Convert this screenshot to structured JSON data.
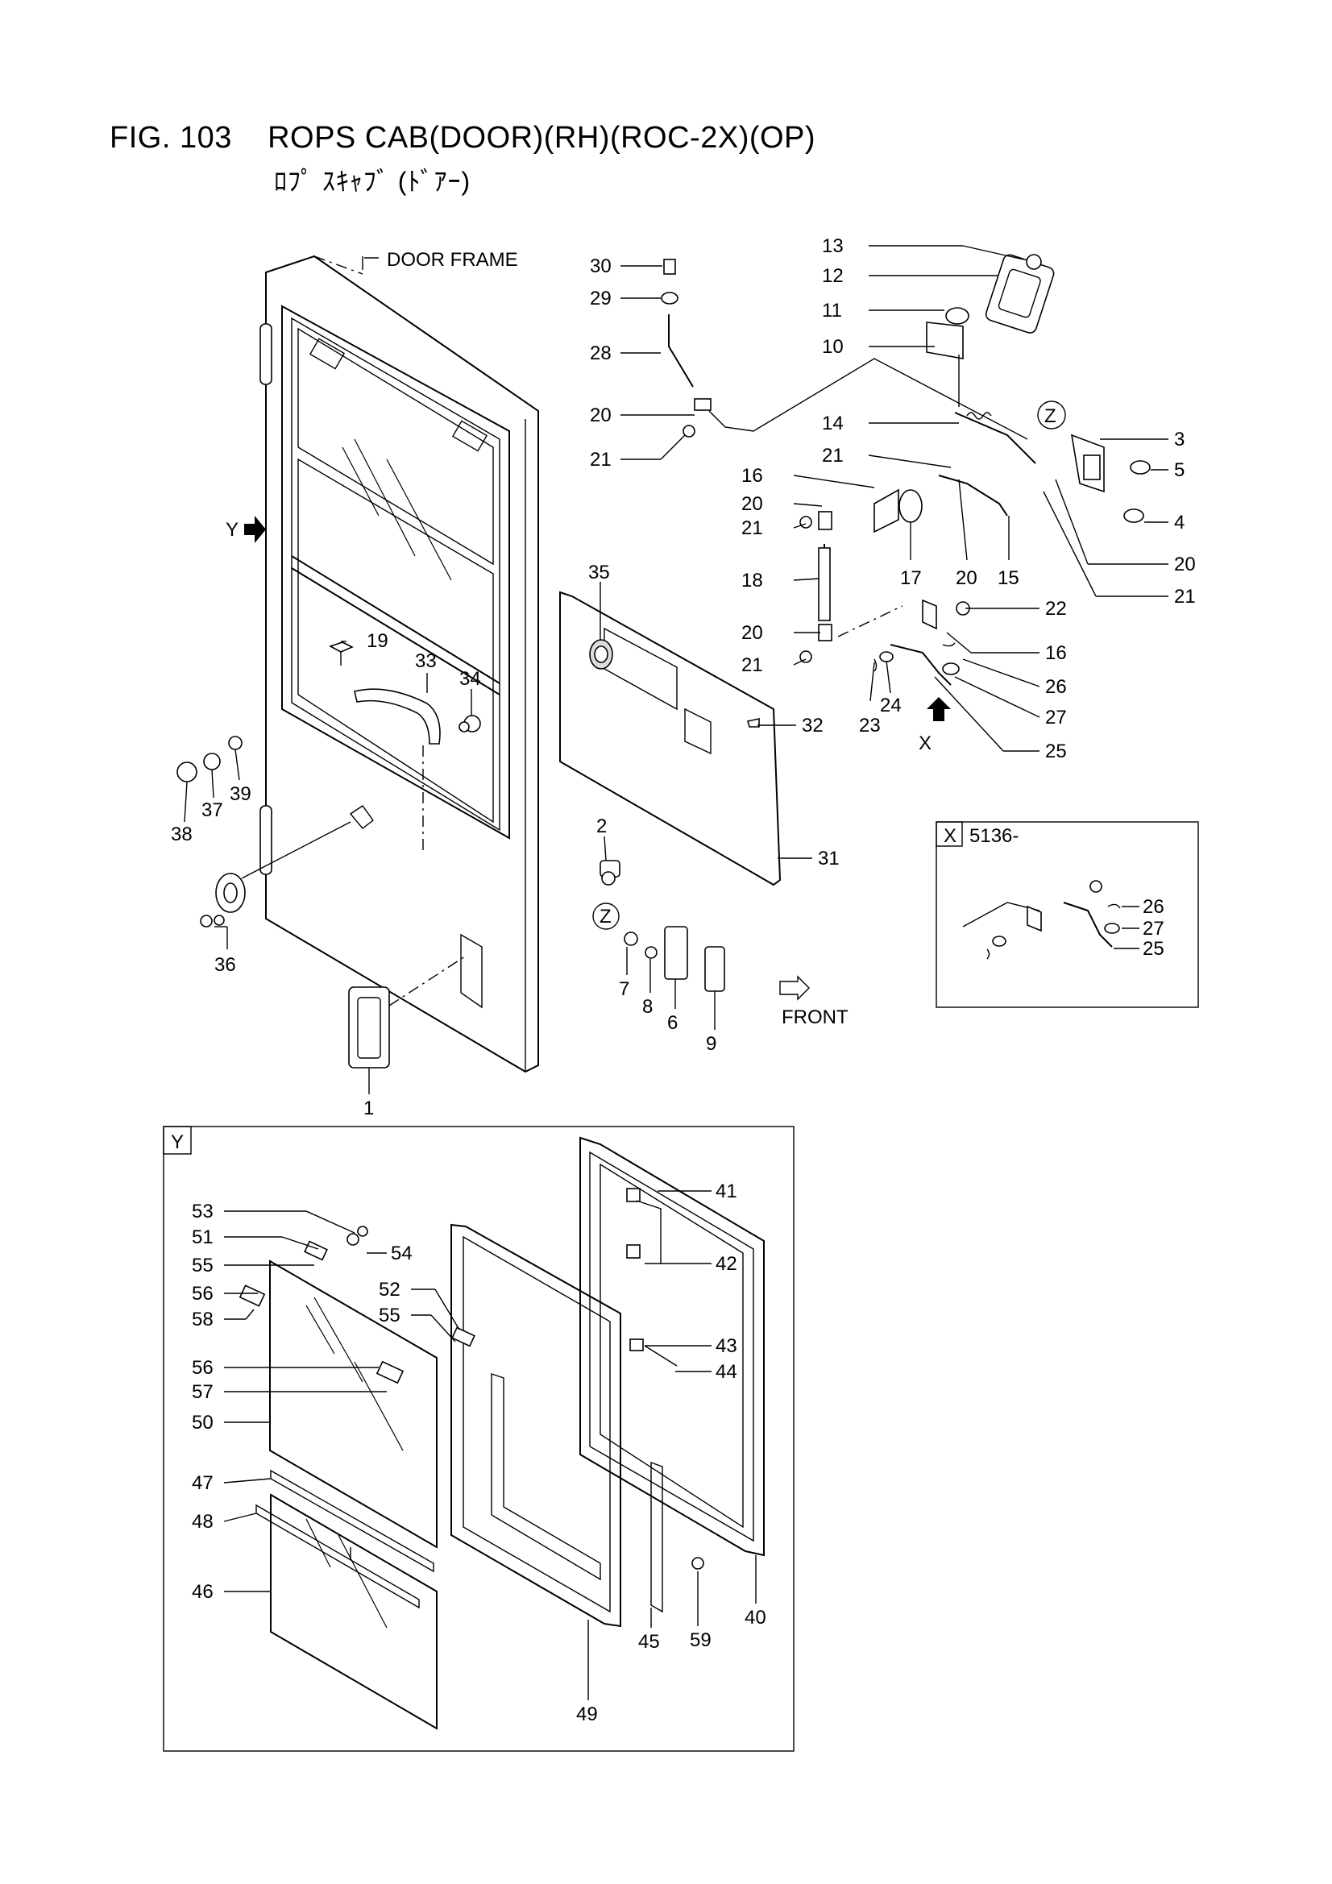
{
  "figure": {
    "number": "FIG. 103",
    "title": "ROPS CAB(DOOR)(RH)(ROC-2X)(OP)",
    "subtitle": "ﾛﾌﾟ ｽｷｬﾌﾞ (ﾄﾞｱｰ)"
  },
  "annotations": {
    "door_frame": "DOOR FRAME",
    "front": "FRONT",
    "view_y_arrow": "Y",
    "view_x_arrow": "X",
    "detail_z": "Z"
  },
  "inset_x": {
    "tag": "X",
    "serial": "5136-",
    "labels": [
      "26",
      "27",
      "25"
    ]
  },
  "inset_y": {
    "tag": "Y"
  },
  "callouts": {
    "top": [
      "13",
      "12",
      "11",
      "10",
      "14",
      "3",
      "5",
      "4",
      "20",
      "21",
      "15",
      "17",
      "16",
      "22",
      "26",
      "27",
      "25",
      "23",
      "24",
      "30",
      "29",
      "28",
      "32",
      "31",
      "35",
      "18",
      "19",
      "33",
      "34",
      "2",
      "7",
      "8",
      "6",
      "9",
      "1",
      "36",
      "37",
      "38",
      "39"
    ],
    "bottom": [
      "41",
      "42",
      "43",
      "44",
      "40",
      "59",
      "45",
      "49",
      "53",
      "51",
      "54",
      "55",
      "52",
      "56",
      "58",
      "57",
      "50",
      "47",
      "48",
      "46"
    ]
  }
}
